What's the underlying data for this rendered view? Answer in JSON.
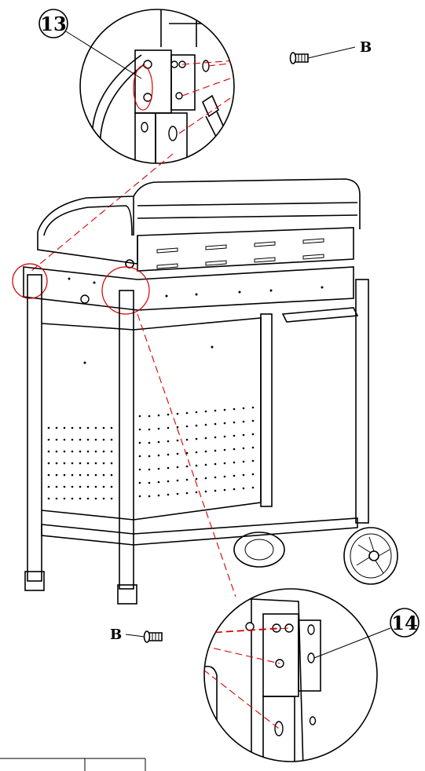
{
  "callouts": {
    "step_13": "13",
    "step_14": "14"
  },
  "parts": {
    "screw_top": "B",
    "screw_bottom": "B"
  },
  "colors": {
    "line": "#000000",
    "highlight": "#d40000",
    "background": "#ffffff"
  }
}
